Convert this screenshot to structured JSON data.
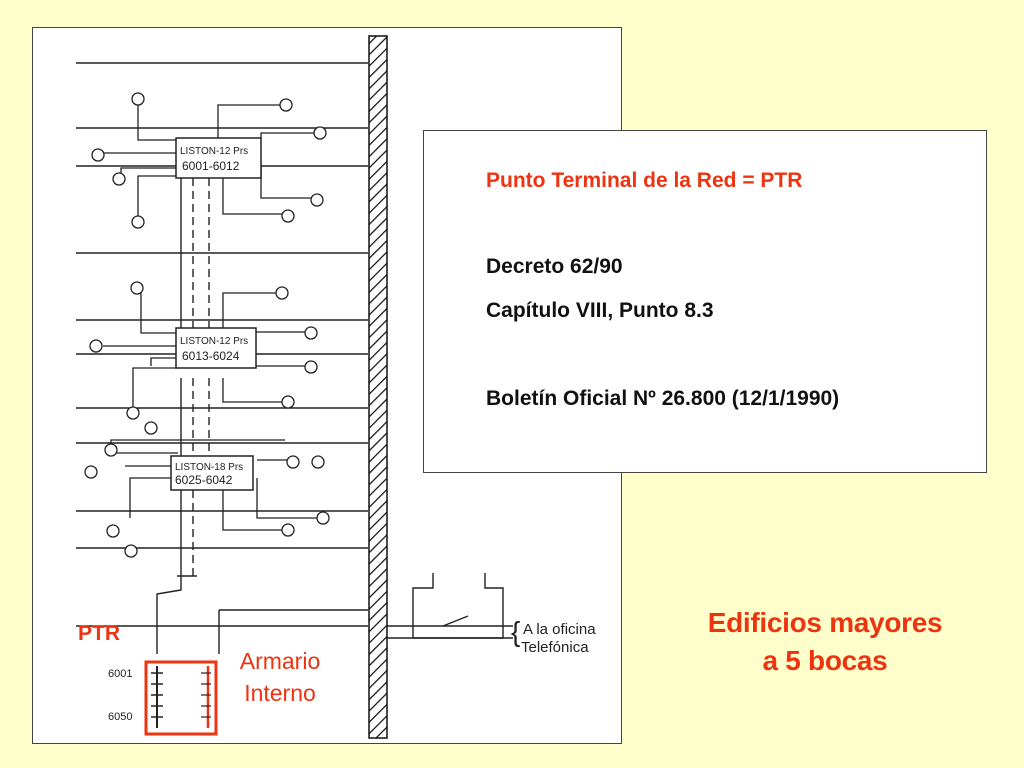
{
  "diagram": {
    "panels": [
      {
        "label": "LISTON-12 Prs",
        "range": "6001-6012"
      },
      {
        "label": "LISTON-12 Prs",
        "range": "6013-6024"
      },
      {
        "label": "LISTON-18 Prs",
        "range": "6025-6042"
      }
    ],
    "terminal_numbers": {
      "top": "6001",
      "bottom": "6050"
    },
    "office_label": {
      "line1": "A la oficina",
      "line2": "Telefónica"
    },
    "ptr_label": "PTR",
    "armario_label": {
      "line1": "Armario",
      "line2": "Interno"
    }
  },
  "info": {
    "title": "Punto Terminal de la Red = PTR",
    "decree": "Decreto 62/90",
    "chapter": "Capítulo VIII, Punto 8.3",
    "bulletin": "Boletín Oficial Nº 26.800 (12/1/1990)"
  },
  "caption": {
    "line1": "Edificios mayores",
    "line2": "a 5 bocas"
  },
  "colors": {
    "background": "#ffffcc",
    "accent": "#ee3311"
  }
}
